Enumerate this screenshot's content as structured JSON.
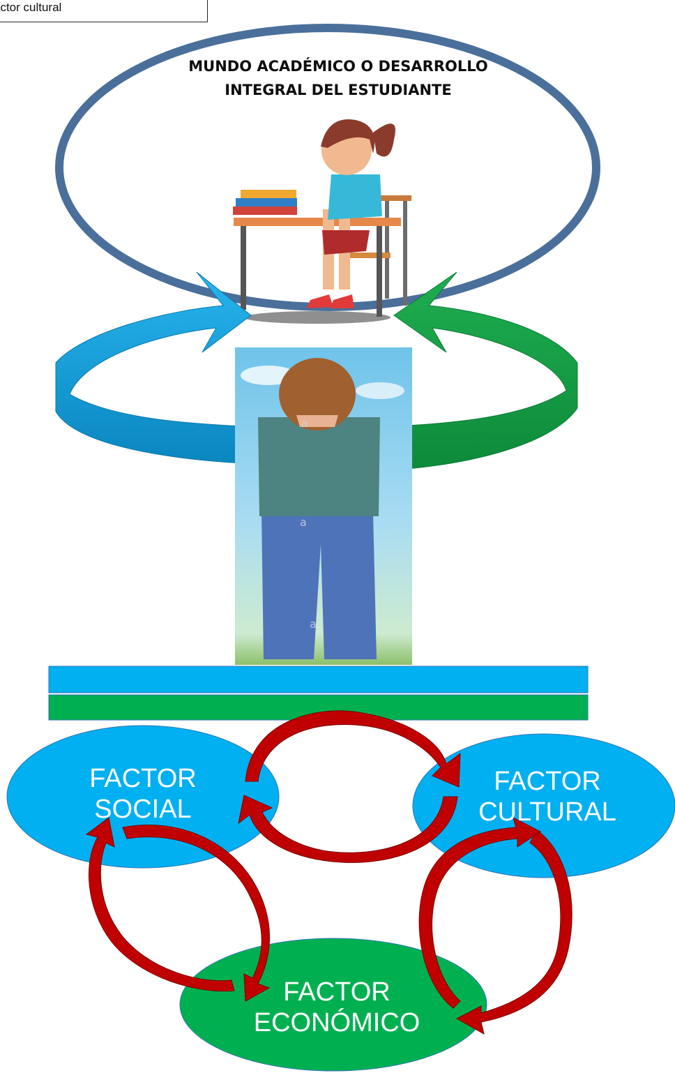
{
  "caption": "actor cultural",
  "title_line1": "MUNDO ACADÉMICO O DESARROLLO",
  "title_line2": "INTEGRAL DEL ESTUDIANTE",
  "factors": {
    "social": {
      "line1": "FACTOR",
      "line2": "SOCIAL"
    },
    "cultural": {
      "line1": "FACTOR",
      "line2": "CULTURAL"
    },
    "economico": {
      "line1": "FACTOR",
      "line2": "ECONÓMICO"
    }
  },
  "watermark_letter": "a",
  "colors": {
    "ellipse_outline": "#4a6f9a",
    "arrow_blue": "#1ba9e6",
    "arrow_green": "#18a24a",
    "factor_blue": "#00b0f0",
    "factor_green": "#00b050",
    "cycle_arrow": "#c00000"
  }
}
